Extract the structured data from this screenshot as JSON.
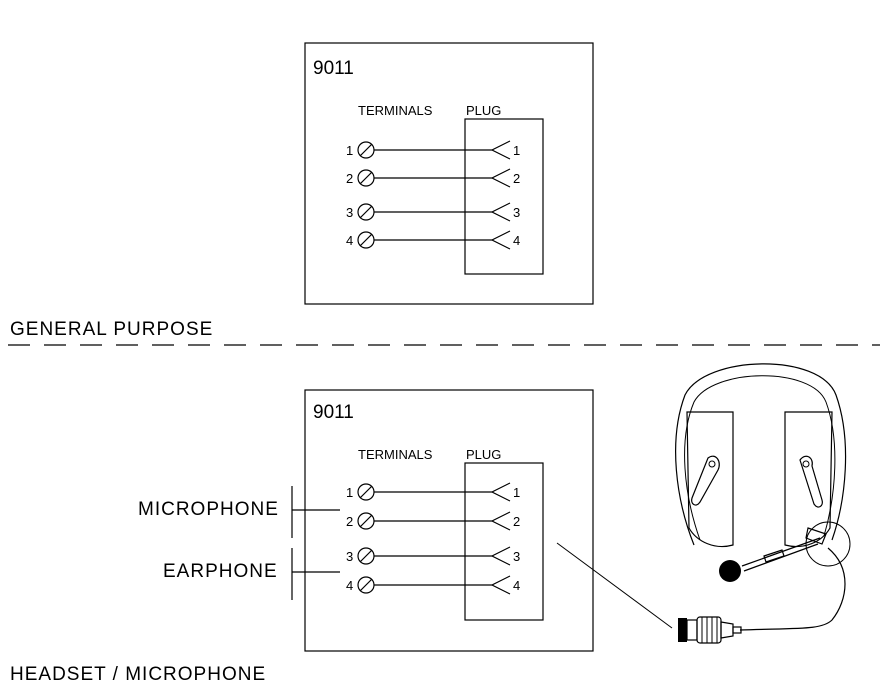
{
  "top_panel": {
    "model": "9011",
    "terminals_header": "TERMINALS",
    "plug_header": "PLUG",
    "terminals": [
      {
        "terminal": "1",
        "plug": "1"
      },
      {
        "terminal": "2",
        "plug": "2"
      },
      {
        "terminal": "3",
        "plug": "3"
      },
      {
        "terminal": "4",
        "plug": "4"
      }
    ]
  },
  "section_label_top": "GENERAL PURPOSE",
  "bottom_panel": {
    "model": "9011",
    "terminals_header": "TERMINALS",
    "plug_header": "PLUG",
    "terminals": [
      {
        "terminal": "1",
        "plug": "1"
      },
      {
        "terminal": "2",
        "plug": "2"
      },
      {
        "terminal": "3",
        "plug": "3"
      },
      {
        "terminal": "4",
        "plug": "4"
      }
    ],
    "groups": [
      {
        "label": "MICROPHONE",
        "terminals": [
          "1",
          "2"
        ]
      },
      {
        "label": "EARPHONE",
        "terminals": [
          "3",
          "4"
        ]
      }
    ]
  },
  "section_label_bottom": "HEADSET / MICROPHONE",
  "icons": [
    "terminal-screw-icon",
    "plug-contact-icon",
    "headset-icon",
    "connector-plug-icon"
  ]
}
